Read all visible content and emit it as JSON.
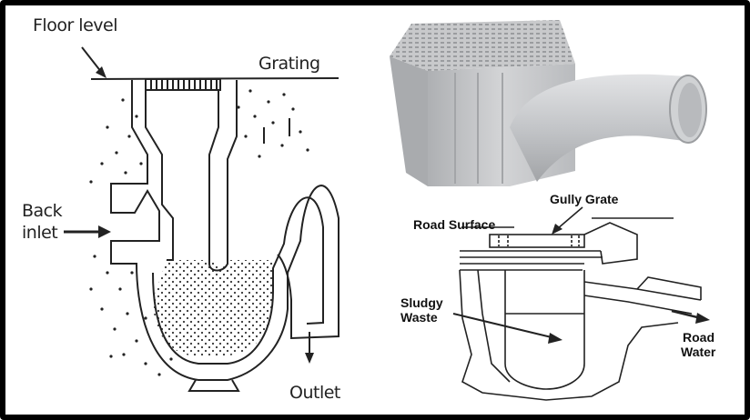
{
  "left_diagram": {
    "labels": {
      "floor_level": "Floor level",
      "grating": "Grating",
      "back_line1": "Back",
      "back_line2": "inlet",
      "outlet": "Outlet"
    }
  },
  "right_diagram": {
    "labels": {
      "gully_grate": "Gully Grate",
      "road_surface": "Road Surface",
      "sludgy_line1": "Sludgy",
      "sludgy_line2": "Waste",
      "road_line1": "Road",
      "road_line2": "Water"
    }
  },
  "colors": {
    "frame": "#000000",
    "line": "#222222",
    "product_body": "#c9cacc",
    "product_shadow": "#9fa1a4"
  }
}
